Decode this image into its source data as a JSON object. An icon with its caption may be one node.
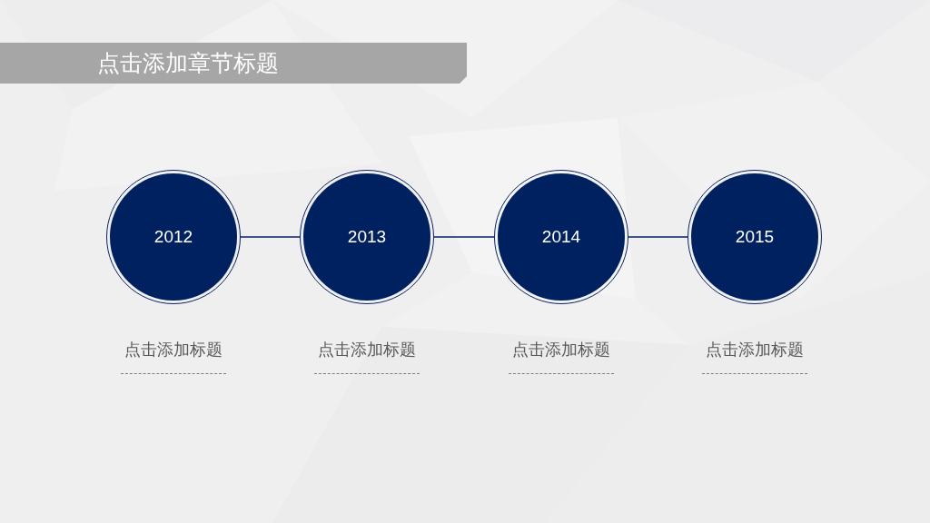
{
  "diagram": {
    "title": "点击添加章节标题",
    "nodes": [
      {
        "text": [
          "2012"
        ],
        "beside": [
          "点击添加标题"
        ]
      },
      {
        "text": [
          "2013"
        ],
        "beside": [
          "点击添加标题"
        ]
      },
      {
        "text": [
          "2014"
        ],
        "beside": [
          "点击添加标题"
        ]
      },
      {
        "text": [
          "2015"
        ],
        "beside": [
          "点击添加标题"
        ]
      }
    ],
    "edges": [
      {
        "from": 0,
        "to": 1,
        "arrow": "none"
      },
      {
        "from": 1,
        "to": 2,
        "arrow": "none"
      },
      {
        "from": 2,
        "to": 3,
        "arrow": "none"
      }
    ]
  }
}
